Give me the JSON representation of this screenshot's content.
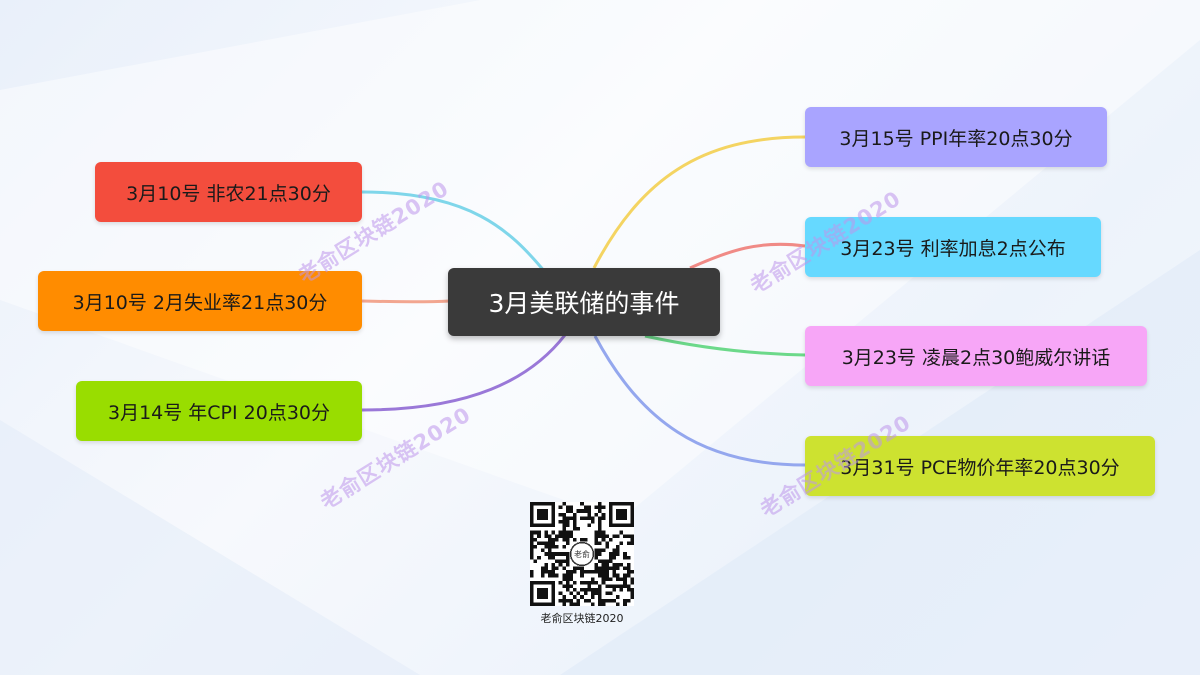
{
  "center": {
    "label": "3月美联储的事件"
  },
  "left_nodes": [
    {
      "label": "3月10号 非农21点30分",
      "color": "#f34d3d",
      "line_color": "#7fd6ea"
    },
    {
      "label": "3月10号 2月失业率21点30分",
      "color": "#ff8c00",
      "line_color": "#f2a690"
    },
    {
      "label": "3月14号 年CPI 20点30分",
      "color": "#99dd00",
      "line_color": "#9a78d8"
    }
  ],
  "right_nodes": [
    {
      "label": "3月15号 PPI年率20点30分",
      "color": "#a9a4ff",
      "line_color": "#f4d462"
    },
    {
      "label": "3月23号 利率加息2点公布",
      "color": "#66d9ff",
      "line_color": "#f08a86"
    },
    {
      "label": "3月23号 凌晨2点30鲍威尔讲话",
      "color": "#f7a6f7",
      "line_color": "#6cd98a"
    },
    {
      "label": "3月31号 PCE物价年率20点30分",
      "color": "#cde230",
      "line_color": "#94a7ee"
    }
  ],
  "watermark": {
    "text": "老俞区块链2020"
  },
  "qr": {
    "caption": "老俞区块链2020",
    "center_glyph": "老俞"
  }
}
